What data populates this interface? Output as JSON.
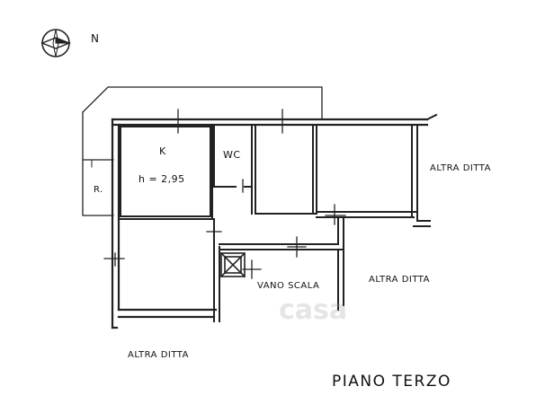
{
  "compass": {
    "north_label": "N",
    "icon": "compass-rose-icon"
  },
  "rooms": {
    "kitchen": {
      "label": "K",
      "height": "h = 2,95"
    },
    "wc": {
      "label": "WC"
    },
    "r": {
      "label": "R."
    },
    "stair": {
      "label": "VANO SCALA"
    },
    "other_right_top": {
      "label": "ALTRA DITTA"
    },
    "other_right_mid": {
      "label": "ALTRA DITTA"
    },
    "other_bottom": {
      "label": "ALTRA DITTA"
    }
  },
  "floor_title": "PIANO TERZO",
  "watermark": "casa"
}
